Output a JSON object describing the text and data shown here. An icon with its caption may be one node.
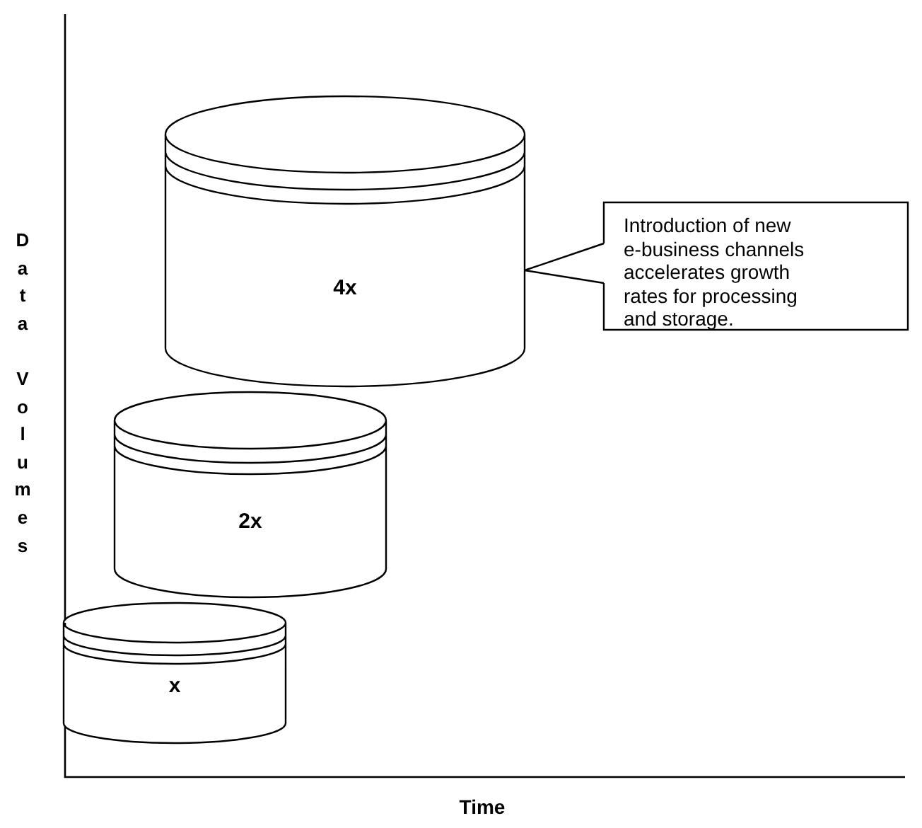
{
  "diagram": {
    "nodes": [
      {
        "text": [
          "4x"
        ]
      },
      {
        "text": [
          "Introduction of new e-business channels accelerates growth rates for processing and storage."
        ]
      },
      {
        "text": [
          "2x"
        ]
      },
      {
        "text": [
          "x"
        ]
      }
    ],
    "edges": [
      {
        "from": 1,
        "to": 0,
        "arrow": "none"
      }
    ],
    "labels": [
      "Data Volumes",
      "Time"
    ]
  }
}
